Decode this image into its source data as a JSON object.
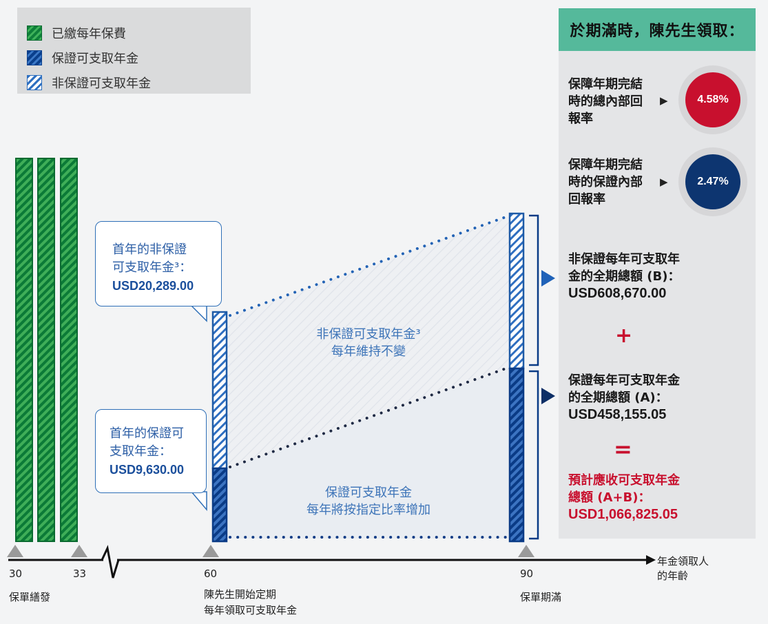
{
  "legend": {
    "items": [
      {
        "label": "已繳每年保費",
        "swatch": "green"
      },
      {
        "label": "保證可支取年金",
        "swatch": "blue"
      },
      {
        "label": "非保證可支取年金",
        "swatch": "white-striped"
      }
    ]
  },
  "callouts": {
    "non_guaranteed": {
      "line1": "首年的非保證",
      "line2": "可支取年金³：",
      "amount": "USD20,289.00"
    },
    "guaranteed": {
      "line1": "首年的保證可",
      "line2": "支取年金：",
      "amount": "USD9,630.00"
    }
  },
  "middle": {
    "non_guaranteed": {
      "line1": "非保證可支取年金³",
      "line2": "每年維持不變"
    },
    "guaranteed": {
      "line1": "保證可支取年金",
      "line2": "每年將按指定比率增加"
    }
  },
  "axis": {
    "ticks": [
      {
        "label": "30",
        "caption": "保單繕發"
      },
      {
        "label": "33",
        "caption": ""
      },
      {
        "label": "60",
        "caption": "陳先生開始定期每年領取可支取年金",
        "caption_line1": "陳先生開始定期",
        "caption_line2": "每年領取可支取年金"
      },
      {
        "label": "90",
        "caption": "保單期滿"
      }
    ],
    "end_label_line1": "年金領取人",
    "end_label_line2": "的年齡"
  },
  "panel": {
    "title": "於期滿時，陳先生領取：",
    "irr_total": {
      "line1": "保障年期完結",
      "line2": "時的總內部回",
      "line3": "報率",
      "value": "4.58%",
      "color": "#c8102e"
    },
    "irr_guaranteed": {
      "line1": "保障年期完結",
      "line2": "時的保證內部",
      "line3": "回報率",
      "value": "2.47%",
      "color": "#0d3570"
    },
    "non_guaranteed_total": {
      "line1": "非保證每年可支取年",
      "line2": "金的全期總額 (B)：",
      "amount": "USD608,670.00"
    },
    "plus": "+",
    "guaranteed_total": {
      "line1": "保證每年可支取年金",
      "line2": "的全期總額 (A)：",
      "amount": "USD458,155.05"
    },
    "equals": "=",
    "projected_total": {
      "line1": "預計應收可支取年金",
      "line2": "總額 (A+B)：",
      "amount": "USD1,066,825.05"
    }
  },
  "colors": {
    "green": "#0e7f3a",
    "blue": "#0a3f8c",
    "accent_red": "#c8102e",
    "teal": "#55b99b"
  }
}
